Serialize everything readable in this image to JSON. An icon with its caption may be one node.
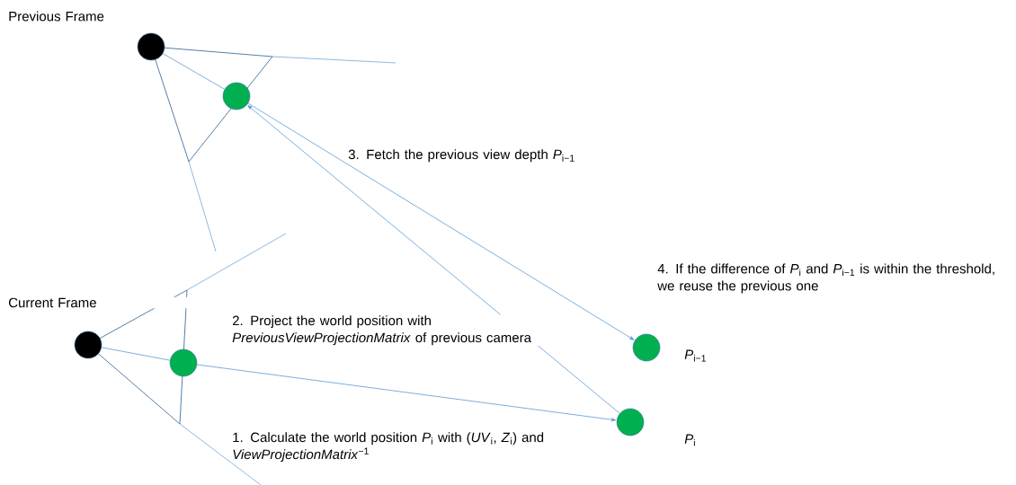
{
  "diagram": {
    "nodes": [
      {
        "text": [],
        "shape": "circle"
      },
      {
        "text": [],
        "shape": "circle"
      },
      {
        "text": [],
        "shape": "circle"
      },
      {
        "text": [],
        "shape": "circle"
      },
      {
        "text": [],
        "shape": "circle",
        "beside": [
          "*P*$_{i−1}$"
        ]
      },
      {
        "text": [],
        "shape": "circle",
        "beside": [
          "*P*$_{i}$"
        ]
      }
    ],
    "edges": [
      {
        "from": 0,
        "to": 1,
        "arrow": "none"
      },
      {
        "from": 1,
        "to": 4,
        "arrow": "to",
        "label": "3. Fetch the previous view depth *P*$_{i−1}$"
      },
      {
        "from": 2,
        "to": 3,
        "arrow": "none"
      },
      {
        "from": 3,
        "to": 5,
        "arrow": "to",
        "label": "1. Calculate the world position *P*$_{i}$ with (*UV*$_{i}$, *Z*$_{i}$) and *ViewProjectionMatrix*$^{−1}$"
      },
      {
        "from": 5,
        "to": 1,
        "arrow": "to",
        "label": "2. Project the world position with *PreviousViewProjectionMatrix* of previous camera"
      }
    ],
    "labels": [
      "Previous Frame",
      "Current Frame",
      "4. If the difference of *P*$_{i}$ and *P*$_{i−1}$ is within the threshold, we reuse the previous one"
    ]
  }
}
